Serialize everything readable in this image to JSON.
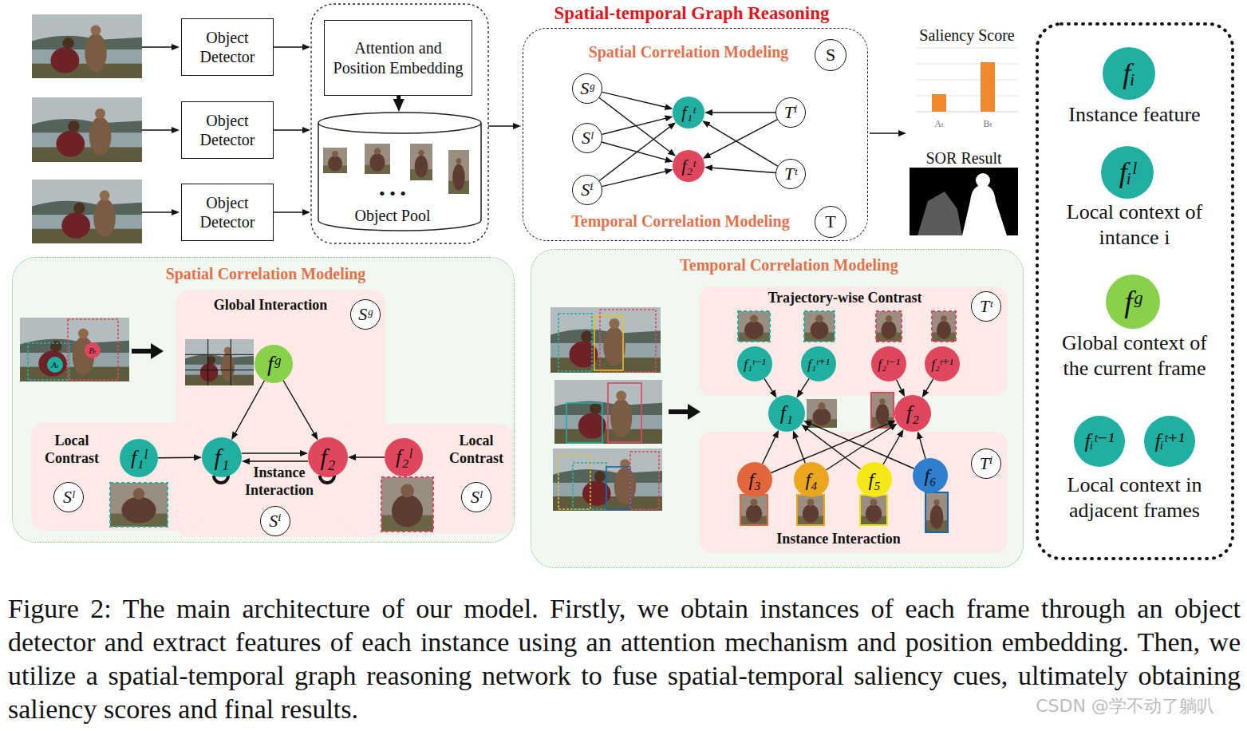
{
  "diagram": {
    "caption": "Figure 2: The main architecture of our model. Firstly, we obtain instances of each frame through an object detector and extract features of each instance using an attention mechanism and position embedding. Then, we utilize a spatial-temporal graph reasoning network to fuse spatial-temporal saliency cues, ultimately obtaining saliency scores and final results.",
    "nodes": [
      {
        "text": [
          "Object Detector"
        ]
      },
      {
        "text": [
          "Object Detector"
        ]
      },
      {
        "text": [
          "Object Detector"
        ]
      },
      {
        "text": [
          "Attention and Position Embedding"
        ]
      },
      {
        "text": [
          "Object Pool"
        ]
      },
      {
        "text": [
          "Spatial-temporal Graph Reasoning",
          "Spatial Correlation Modeling",
          "Temporal Correlation Modeling"
        ]
      },
      {
        "text": [
          "S"
        ],
        "in": 5
      },
      {
        "text": [
          "Sᵍ"
        ],
        "in": 5
      },
      {
        "text": [
          "Sˡ"
        ],
        "in": 5
      },
      {
        "text": [
          "Sⁱ"
        ],
        "in": 5
      },
      {
        "text": [
          "f₁ᵗ"
        ],
        "in": 5
      },
      {
        "text": [
          "f₂ᵗ"
        ],
        "in": 5
      },
      {
        "text": [
          "Tⁱ"
        ],
        "in": 5
      },
      {
        "text": [
          "Tᵗ"
        ],
        "in": 5
      },
      {
        "text": [
          "T"
        ],
        "in": 5
      },
      {
        "text": [
          "fᵢ",
          "Instance feature"
        ]
      },
      {
        "text": [
          "fᵢˡ",
          "Local context of intance i"
        ]
      },
      {
        "text": [
          "fᵍ",
          "Global context of the current frame"
        ]
      },
      {
        "text": [
          "fᵢᵗ⁻¹"
        ]
      },
      {
        "text": [
          "fᵢᵗ⁺¹"
        ]
      },
      {
        "text": [
          "Spatial Correlation Modeling"
        ]
      },
      {
        "text": [
          "Aₜ"
        ],
        "in": 20
      },
      {
        "text": [
          "Bₜ"
        ],
        "in": 20
      },
      {
        "text": [
          "Global Interaction"
        ],
        "in": 20
      },
      {
        "text": [
          "Sᵍ"
        ],
        "in": 23
      },
      {
        "text": [
          "fᵍ"
        ],
        "in": 23
      },
      {
        "text": [
          "Local Contrast"
        ],
        "in": 20
      },
      {
        "text": [
          "Sˡ"
        ],
        "in": 26
      },
      {
        "text": [
          "f₁ˡ"
        ],
        "in": 26
      },
      {
        "text": [
          "f₁"
        ],
        "in": 23
      },
      {
        "text": [
          "f₂"
        ],
        "in": 23
      },
      {
        "text": [
          "Sⁱ"
        ],
        "in": 23
      },
      {
        "text": [
          "Local Contrast"
        ],
        "in": 20
      },
      {
        "text": [
          "f₂ˡ"
        ],
        "in": 32
      },
      {
        "text": [
          "Sˡ"
        ],
        "in": 32
      },
      {
        "text": [
          "Temporal Correlation Modeling"
        ]
      },
      {
        "text": [
          "Trajectory-wise Contrast"
        ],
        "in": 35
      },
      {
        "text": [
          "Tᵗ"
        ],
        "in": 36
      },
      {
        "text": [
          "f₁ᵗ⁻¹"
        ],
        "in": 36
      },
      {
        "text": [
          "f₁ᵗ⁺¹"
        ],
        "in": 36
      },
      {
        "text": [
          "f₂ᵗ⁻¹"
        ],
        "in": 36
      },
      {
        "text": [
          "f₂ᵗ⁺¹"
        ],
        "in": 36
      },
      {
        "text": [
          "f₁"
        ],
        "in": 35
      },
      {
        "text": [
          "f₂"
        ],
        "in": 35
      },
      {
        "text": [
          "Instance Interaction"
        ],
        "in": 35
      },
      {
        "text": [
          "Tⁱ"
        ],
        "in": 44
      },
      {
        "text": [
          "f₃"
        ],
        "in": 44
      },
      {
        "text": [
          "f₄"
        ],
        "in": 44
      },
      {
        "text": [
          "f₅"
        ],
        "in": 44
      },
      {
        "text": [
          "f₆"
        ],
        "in": 44
      }
    ],
    "edges": [
      {
        "from": 3,
        "to": 4,
        "arrow": "to"
      },
      {
        "from": 7,
        "to": 10,
        "arrow": "to"
      },
      {
        "from": 7,
        "to": 11,
        "arrow": "to"
      },
      {
        "from": 8,
        "to": 10,
        "arrow": "to"
      },
      {
        "from": 8,
        "to": 11,
        "arrow": "to"
      },
      {
        "from": 9,
        "to": 10,
        "arrow": "to"
      },
      {
        "from": 9,
        "to": 11,
        "arrow": "to"
      },
      {
        "from": 12,
        "to": 10,
        "arrow": "to"
      },
      {
        "from": 12,
        "to": 11,
        "arrow": "to"
      },
      {
        "from": 13,
        "to": 10,
        "arrow": "to"
      },
      {
        "from": 13,
        "to": 11,
        "arrow": "to"
      },
      {
        "from": 25,
        "to": 29,
        "arrow": "to"
      },
      {
        "from": 25,
        "to": 30,
        "arrow": "to"
      },
      {
        "from": 28,
        "to": 29,
        "arrow": "to"
      },
      {
        "from": 33,
        "to": 30,
        "arrow": "to"
      },
      {
        "from": 29,
        "to": 30,
        "arrow": "to"
      },
      {
        "from": 30,
        "to": 29,
        "arrow": "to"
      },
      {
        "from": 38,
        "to": 42,
        "arrow": "to"
      },
      {
        "from": 39,
        "to": 42,
        "arrow": "to"
      },
      {
        "from": 40,
        "to": 43,
        "arrow": "to"
      },
      {
        "from": 41,
        "to": 43,
        "arrow": "to"
      },
      {
        "from": 46,
        "to": 42,
        "arrow": "to"
      },
      {
        "from": 46,
        "to": 43,
        "arrow": "to"
      },
      {
        "from": 47,
        "to": 42,
        "arrow": "to"
      },
      {
        "from": 47,
        "to": 43,
        "arrow": "to"
      },
      {
        "from": 48,
        "to": 42,
        "arrow": "to"
      },
      {
        "from": 48,
        "to": 43,
        "arrow": "to"
      },
      {
        "from": 49,
        "to": 42,
        "arrow": "to"
      },
      {
        "from": 49,
        "to": 43,
        "arrow": "to"
      }
    ],
    "labels": [
      "• • •",
      "Saliency Score",
      "Aₜ",
      "Bₜ",
      "SOR Result",
      "Local context in adjacent frames",
      "Instance Interaction",
      "CSDN @学不动了躺叭"
    ]
  }
}
